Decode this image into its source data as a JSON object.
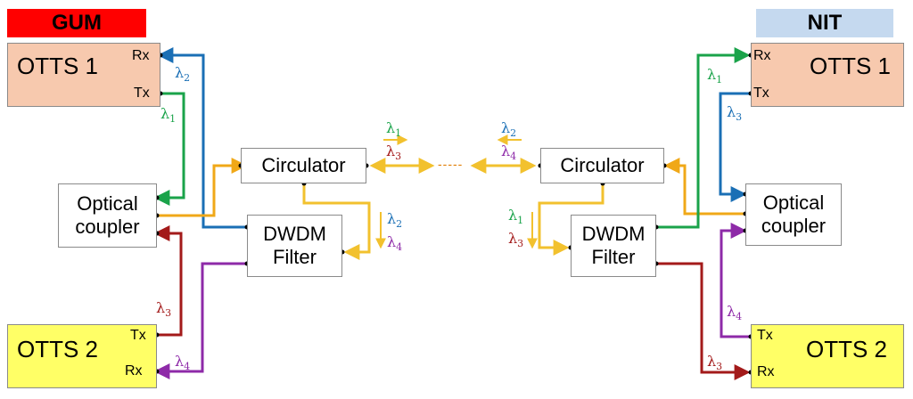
{
  "labels": {
    "left": "GUM",
    "right": "NIT"
  },
  "left_otts1": {
    "title": "OTTS 1",
    "rx": "Rx",
    "tx": "Tx"
  },
  "left_otts2": {
    "title": "OTTS 2",
    "tx": "Tx",
    "rx": "Rx"
  },
  "right_otts1": {
    "title": "OTTS 1",
    "rx": "Rx",
    "tx": "Tx"
  },
  "right_otts2": {
    "title": "OTTS 2",
    "tx": "Tx",
    "rx": "Rx"
  },
  "coupler": {
    "line1": "Optical",
    "line2": "coupler"
  },
  "circulator": "Circulator",
  "dwdm": {
    "line1": "DWDM",
    "line2": "Filter"
  },
  "link_gap": "-----",
  "lambda": {
    "symbol": "λ",
    "l1": "1",
    "l2": "2",
    "l3": "3",
    "l4": "4"
  },
  "colors": {
    "gum_label": "#ff0000",
    "nit_label": "#c5d9ef",
    "otts1_fill": "#f7c9ae",
    "otts2_fill": "#ffff66",
    "green": "#1aa34a",
    "blue": "#1a6fb5",
    "orange": "#f0a818",
    "yellow": "#f2c12e",
    "red": "#a31a1a",
    "purple": "#8e2aa8"
  }
}
